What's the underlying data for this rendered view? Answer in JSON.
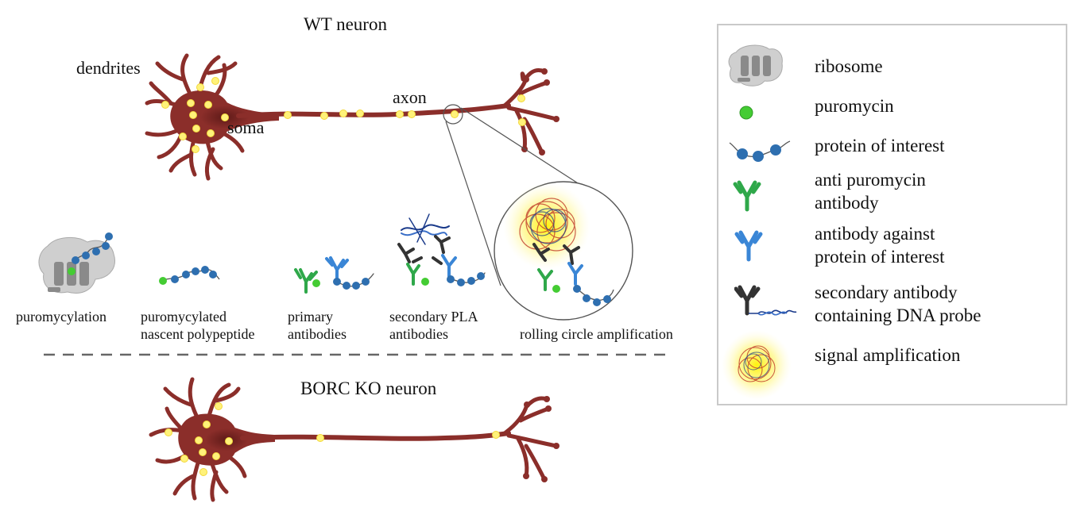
{
  "titles": {
    "wt": "WT neuron",
    "ko": "BORC KO neuron"
  },
  "neuron_labels": {
    "dendrites": "dendrites",
    "soma": "soma",
    "axon": "axon"
  },
  "steps": [
    {
      "line1": "puromycylation",
      "line2": ""
    },
    {
      "line1": "puromycylated",
      "line2": "nascent polypeptide"
    },
    {
      "line1": "primary",
      "line2": "antibodies"
    },
    {
      "line1": "secondary PLA",
      "line2": "antibodies"
    },
    {
      "line1": "rolling circle amplification",
      "line2": ""
    }
  ],
  "legend": [
    {
      "icon": "ribosome-icon",
      "line1": "ribosome",
      "line2": ""
    },
    {
      "icon": "puromycin-icon",
      "line1": "puromycin",
      "line2": ""
    },
    {
      "icon": "protein-icon",
      "line1": "protein of interest",
      "line2": ""
    },
    {
      "icon": "anti-puromycin-antibody-icon",
      "line1": "anti puromycin",
      "line2": "antibody"
    },
    {
      "icon": "protein-antibody-icon",
      "line1": "antibody against",
      "line2": "protein of interest"
    },
    {
      "icon": "secondary-antibody-icon",
      "line1": "secondary antibody",
      "line2": "containing DNA probe"
    },
    {
      "icon": "signal-amplification-icon",
      "line1": "signal amplification",
      "line2": ""
    }
  ],
  "colors": {
    "neuron": "#8b2e2a",
    "neuron_dark": "#5e1a18",
    "signal": "#fff27a",
    "puromycin": "#44cc33",
    "protein": "#2e6fb0",
    "antibody_green": "#2fa84a",
    "antibody_blue": "#3a86d6",
    "antibody_black": "#333333",
    "ribosome": "#c8c8c8"
  }
}
